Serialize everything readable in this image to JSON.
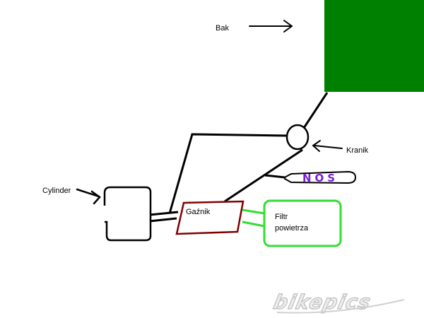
{
  "labels": {
    "bak": "Bak",
    "kranik": "Kranik",
    "cylinder": "Cylinder",
    "gaznik": "Gaźnik",
    "filtr_line1": "Filtr",
    "filtr_line2": "powietrza",
    "nos": "NOS"
  },
  "watermark": "bikepics",
  "colors": {
    "tank": "#008000",
    "line": "#000000",
    "carburetor": "#800000",
    "air_filter": "#33dd33",
    "nos_text": "#7a1fd6",
    "watermark": "#c8c8c8"
  }
}
